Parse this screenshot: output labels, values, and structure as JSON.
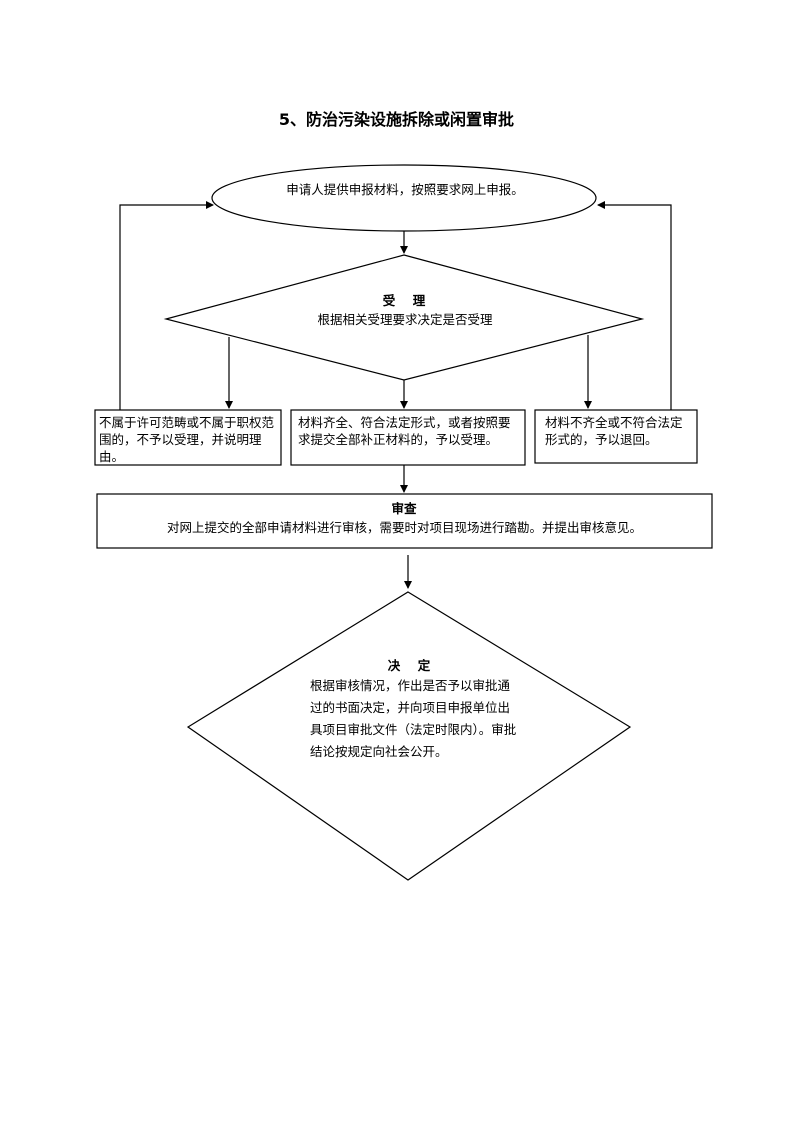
{
  "title": "5、防治污染设施拆除或闲置审批",
  "nodes": {
    "apply": {
      "text": "申请人提供申报材料，按照要求网上申报。"
    },
    "accept": {
      "label": "受    理",
      "text": "根据相关受理要求决定是否受理"
    },
    "reject_scope": {
      "text": "不属于许可范畴或不属于职权范围的，不予以受理，并说明理由。"
    },
    "accept_ok": {
      "text": "材料齐全、符合法定形式，或者按照要求提交全部补正材料的，予以受理。"
    },
    "return": {
      "text": "材料不齐全或不符合法定形式的，予以退回。"
    },
    "review": {
      "label": "审查",
      "text": "对网上提交的全部申请材料进行审核，需要时对项目现场进行踏勘。并提出审核意见。"
    },
    "decide": {
      "label": "决    定",
      "text": "根据审核情况，作出是否予以审批通过的书面决定，并向项目申报单位出具项目审批文件（法定时限内）。审批结论按规定向社会公开。"
    }
  }
}
